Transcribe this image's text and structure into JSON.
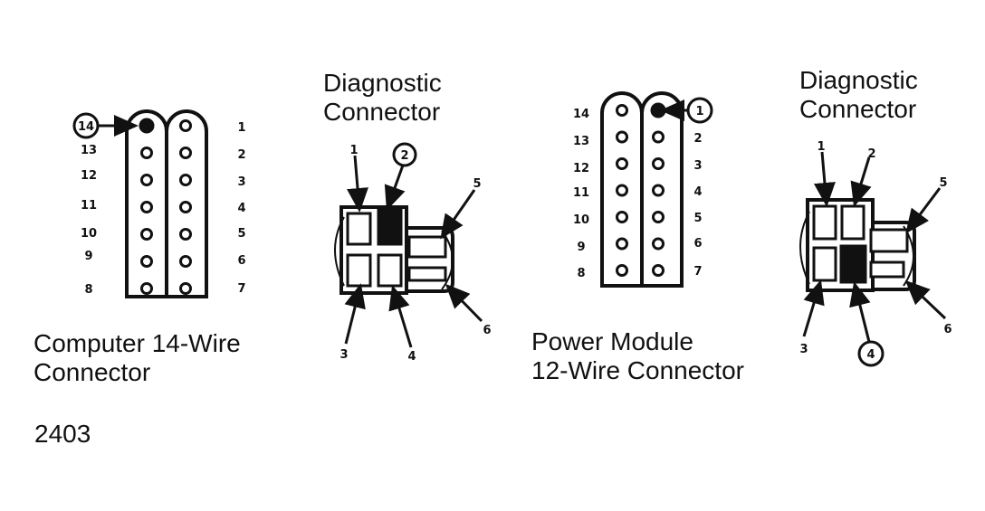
{
  "labels": {
    "computer_line1": "Computer 14-Wire",
    "computer_line2": "Connector",
    "diag1_line1": "Diagnostic",
    "diag1_line2": "Connector",
    "power_line1": "Power Module",
    "power_line2": "12-Wire Connector",
    "diag2_line1": "Diagnostic",
    "diag2_line2": "Connector",
    "figure_number": "2403"
  },
  "computer_connector": {
    "left_pins": [
      "14",
      "13",
      "12",
      "11",
      "10",
      "9",
      "8"
    ],
    "right_pins": [
      "1",
      "2",
      "3",
      "4",
      "5",
      "6",
      "7"
    ],
    "highlighted_pin": "14"
  },
  "diagnostic_connector_1": {
    "terminals": [
      "1",
      "2",
      "3",
      "4",
      "5",
      "6"
    ],
    "highlighted_terminal": "2"
  },
  "power_module_connector": {
    "left_pins": [
      "14",
      "13",
      "12",
      "11",
      "10",
      "9",
      "8"
    ],
    "right_pins": [
      "1",
      "2",
      "3",
      "4",
      "5",
      "6",
      "7"
    ],
    "highlighted_pin": "1"
  },
  "diagnostic_connector_2": {
    "terminals": [
      "1",
      "2",
      "3",
      "4",
      "5",
      "6"
    ],
    "highlighted_terminal": "4"
  }
}
